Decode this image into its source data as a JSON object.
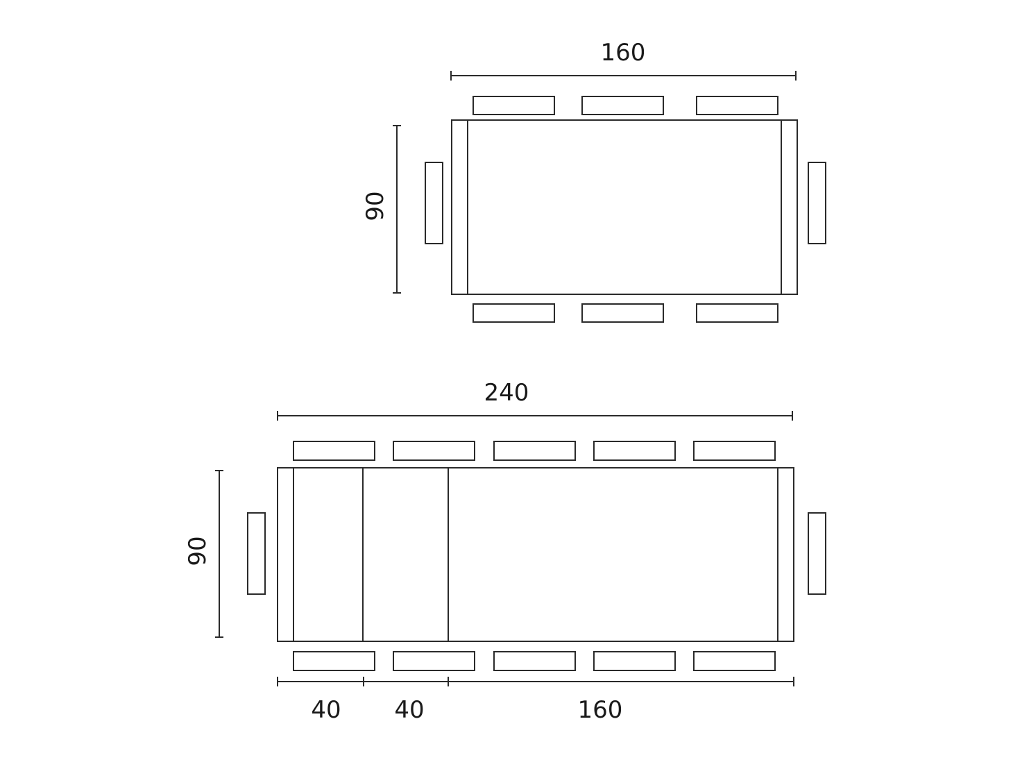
{
  "top_table": {
    "width_label": "160",
    "depth_label": "90"
  },
  "bottom_table": {
    "width_label": "240",
    "depth_label": "90",
    "segment_labels": [
      "40",
      "40",
      "160"
    ]
  },
  "colors": {
    "line": "#2a2a2a",
    "background": "#ffffff"
  }
}
